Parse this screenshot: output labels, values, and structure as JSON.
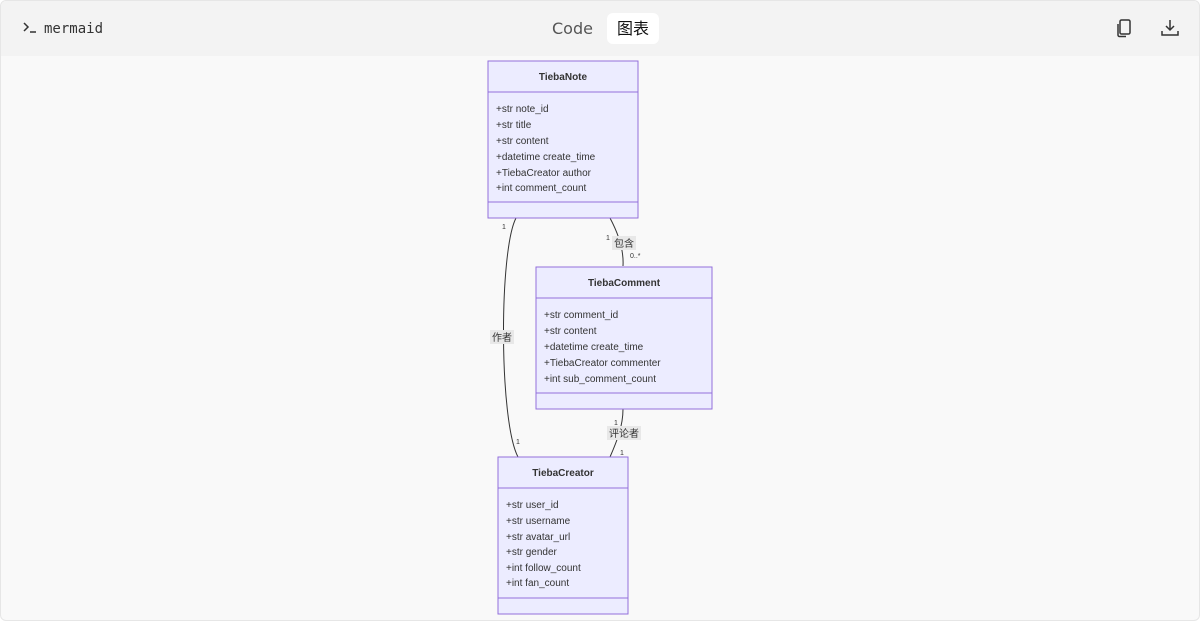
{
  "header": {
    "language_label": "mermaid",
    "tabs": [
      {
        "label": "Code",
        "active": false
      },
      {
        "label": "图表",
        "active": true
      }
    ],
    "copy_icon": "copy-icon",
    "download_icon": "download-icon"
  },
  "diagram": {
    "type": "classDiagram",
    "classes": [
      {
        "name": "TiebaNote",
        "attributes": [
          "+str note_id",
          "+str title",
          "+str content",
          "+datetime create_time",
          "+TiebaCreator author",
          "+int comment_count"
        ]
      },
      {
        "name": "TiebaComment",
        "attributes": [
          "+str comment_id",
          "+str content",
          "+datetime create_time",
          "+TiebaCreator commenter",
          "+int sub_comment_count"
        ]
      },
      {
        "name": "TiebaCreator",
        "attributes": [
          "+str user_id",
          "+str username",
          "+str avatar_url",
          "+str gender",
          "+int follow_count",
          "+int fan_count"
        ]
      }
    ],
    "relations": [
      {
        "from": "TiebaNote",
        "to": "TiebaComment",
        "label": "包含",
        "from_mult": "1",
        "to_mult": "0..*"
      },
      {
        "from": "TiebaComment",
        "to": "TiebaCreator",
        "label": "评论者",
        "from_mult": "1",
        "to_mult": "1"
      },
      {
        "from": "TiebaNote",
        "to": "TiebaCreator",
        "label": "作者",
        "from_mult": "1",
        "to_mult": "1"
      }
    ],
    "colors": {
      "class_fill": "#ececff",
      "class_border": "#9370db",
      "edge": "#333333",
      "label_bg": "#e8e8e8"
    }
  }
}
